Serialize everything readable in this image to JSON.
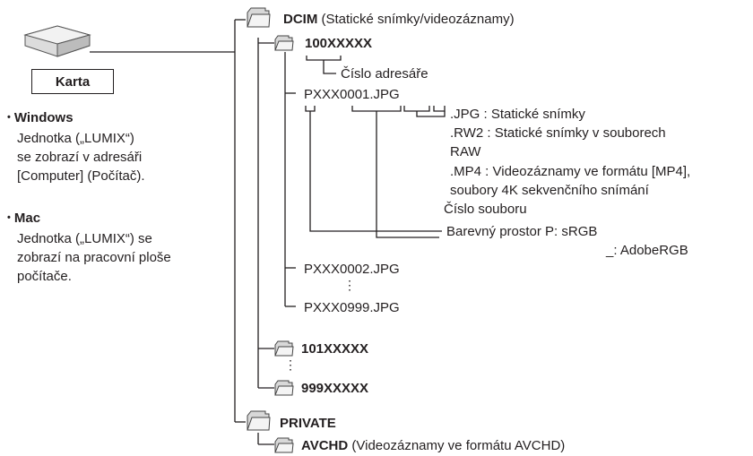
{
  "card": {
    "label": "Karta",
    "icon": "memory-card-icon"
  },
  "windows": {
    "title": "Windows",
    "lines": [
      "Jednotka („LUMIX“)",
      "se zobrazí v adresáři",
      "[Computer] (Počítač)."
    ]
  },
  "mac": {
    "title": "Mac",
    "lines": [
      "Jednotka („LUMIX“) se",
      "zobrazí na pracovní ploše",
      "počítače."
    ]
  },
  "dcim": {
    "name": "DCIM",
    "desc": "(Statické snímky/videozáznamy)",
    "icon": "folder-icon"
  },
  "folder100": {
    "name": "100XXXXX",
    "dir_number_label": "Číslo adresáře"
  },
  "files": {
    "first": "PXXX0001.JPG",
    "second": "PXXX0002.JPG",
    "last": "PXXX0999.JPG",
    "vdots": "⋮"
  },
  "extensions": {
    "jpg": ".JPG :  Statické snímky",
    "rw2_1": ".RW2 : Statické snímky v souborech",
    "rw2_2": "RAW",
    "mp4_1": ".MP4 :  Videozáznamy ve formátu [MP4],",
    "mp4_2": "soubory 4K sekvenčního snímání"
  },
  "file_number_label": "Číslo souboru",
  "color_space": {
    "line1": "Barevný prostor P: sRGB",
    "line2": "_: AdobeRGB"
  },
  "folder101": {
    "name": "101XXXXX"
  },
  "folder999": {
    "name": "999XXXXX"
  },
  "folder_vdots": "⋮",
  "private": {
    "name": "PRIVATE"
  },
  "avchd": {
    "name": "AVCHD",
    "desc": "(Videozáznamy ve formátu AVCHD)"
  }
}
